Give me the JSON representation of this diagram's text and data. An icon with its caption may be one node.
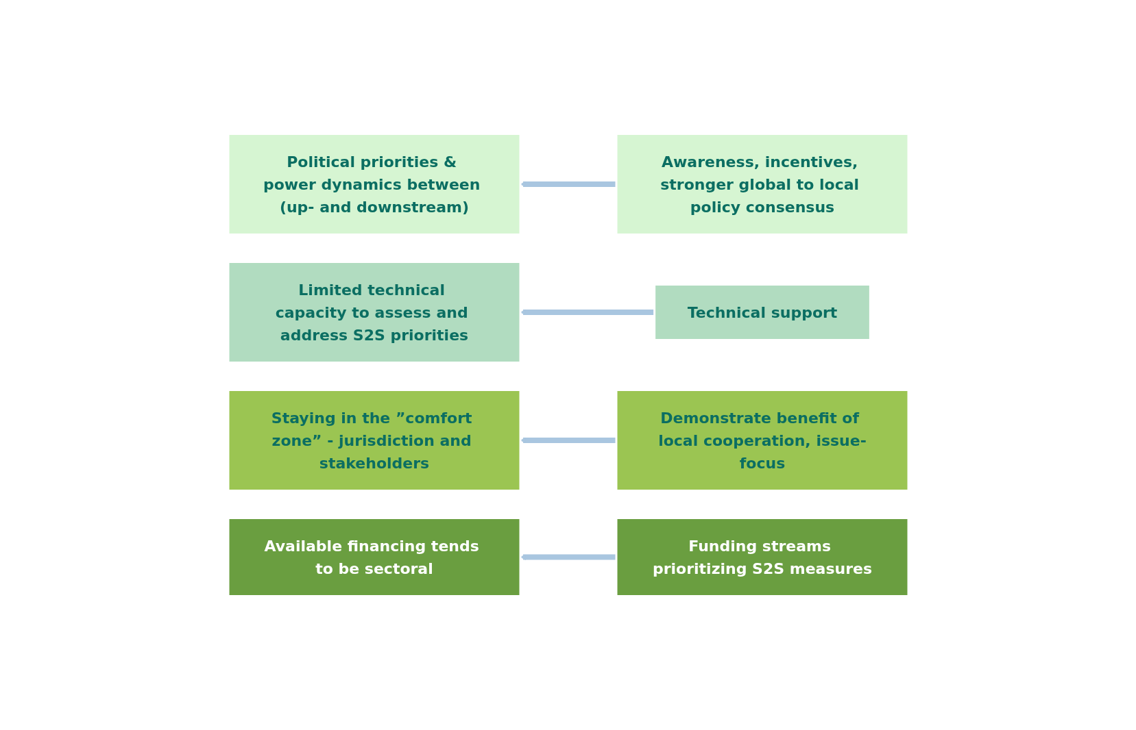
{
  "diagram": {
    "nodes": [
      {
        "text": [
          "Political priorities & power dynamics between (up- and downstream)"
        ]
      },
      {
        "text": [
          "Awareness, incentives, stronger global to local policy consensus"
        ]
      },
      {
        "text": [
          "Limited technical capacity to assess and address S2S priorities"
        ]
      },
      {
        "text": [
          "Technical support"
        ]
      },
      {
        "text": [
          "Staying in the ”comfort zone” - jurisdiction and stakeholders"
        ]
      },
      {
        "text": [
          "Demonstrate benefit of local cooperation, issue-focus"
        ]
      },
      {
        "text": [
          "Available financing tends to be sectoral"
        ]
      },
      {
        "text": [
          "Funding streams prioritizing S2S measures"
        ]
      }
    ],
    "edges": [
      {
        "from": 1,
        "to": 0,
        "arrow": "to"
      },
      {
        "from": 3,
        "to": 2,
        "arrow": "to"
      },
      {
        "from": 5,
        "to": 4,
        "arrow": "to"
      },
      {
        "from": 7,
        "to": 6,
        "arrow": "to"
      }
    ]
  }
}
